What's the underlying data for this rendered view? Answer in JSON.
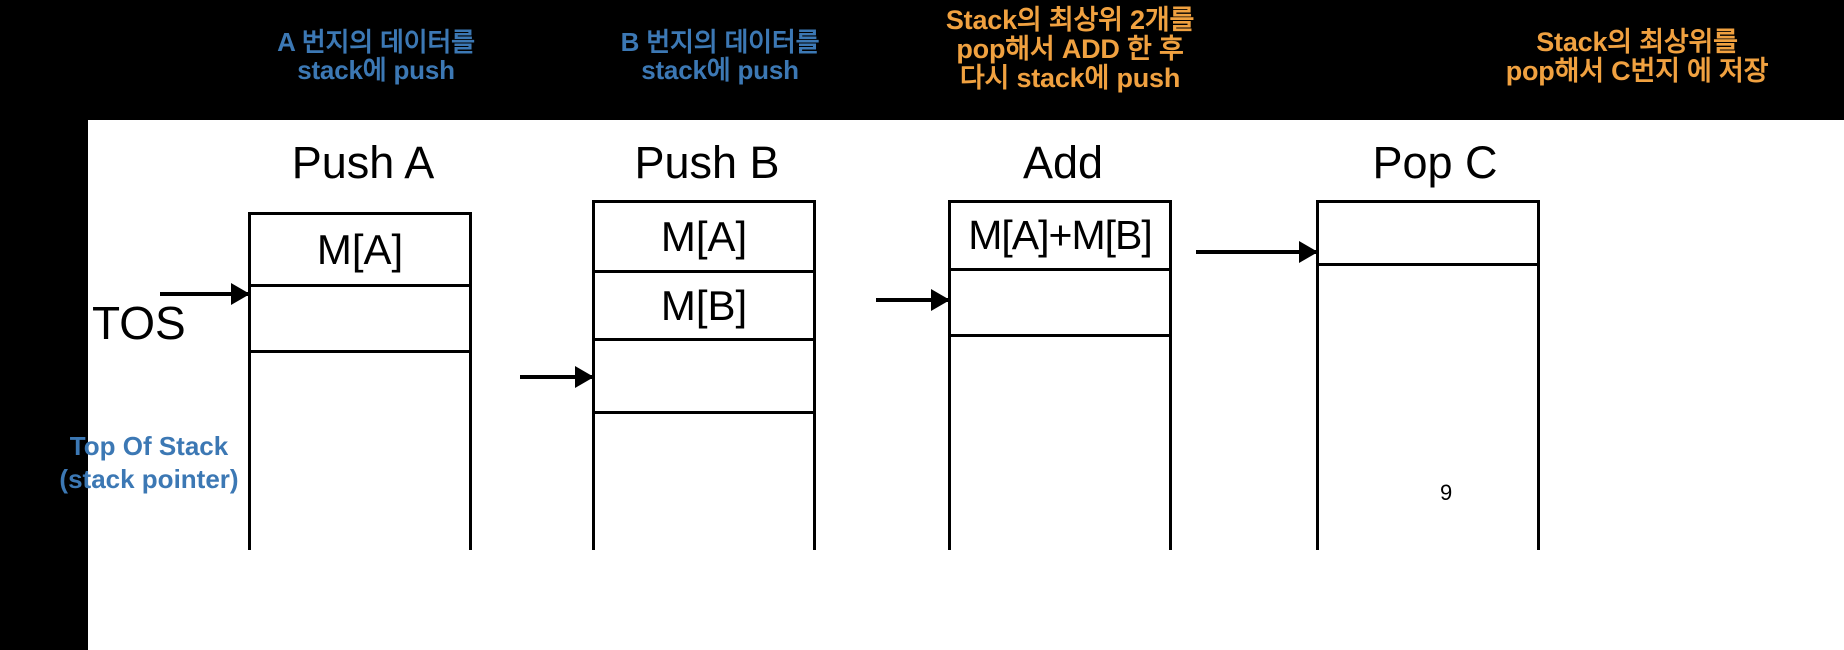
{
  "slide": {
    "page_number": "9",
    "background_color": "#000000",
    "panel_color": "#ffffff",
    "blue": "#3C78B4",
    "orange": "#F0A140"
  },
  "tos": {
    "label": "TOS",
    "sub_label": "Top Of Stack\n(stack pointer)"
  },
  "annotations": {
    "push_a": "A 번지의 데이터를\nstack에 push",
    "push_b": "B 번지의 데이터를\nstack에 push",
    "add": "Stack의 최상위 2개를\npop해서 ADD 한 후\n다시 stack에 push",
    "pop_c": "Stack의 최상위를\npop해서 C번지 에 저장"
  },
  "steps": [
    {
      "title": "Push A",
      "cells": [
        "M[A]",
        "",
        "",
        ""
      ]
    },
    {
      "title": "Push B",
      "cells": [
        "M[A]",
        "M[B]",
        "",
        ""
      ]
    },
    {
      "title": "Add",
      "cells": [
        "M[A]+M[B]",
        "",
        "",
        ""
      ]
    },
    {
      "title": "Pop C",
      "cells": [
        "",
        "",
        "",
        ""
      ]
    }
  ]
}
